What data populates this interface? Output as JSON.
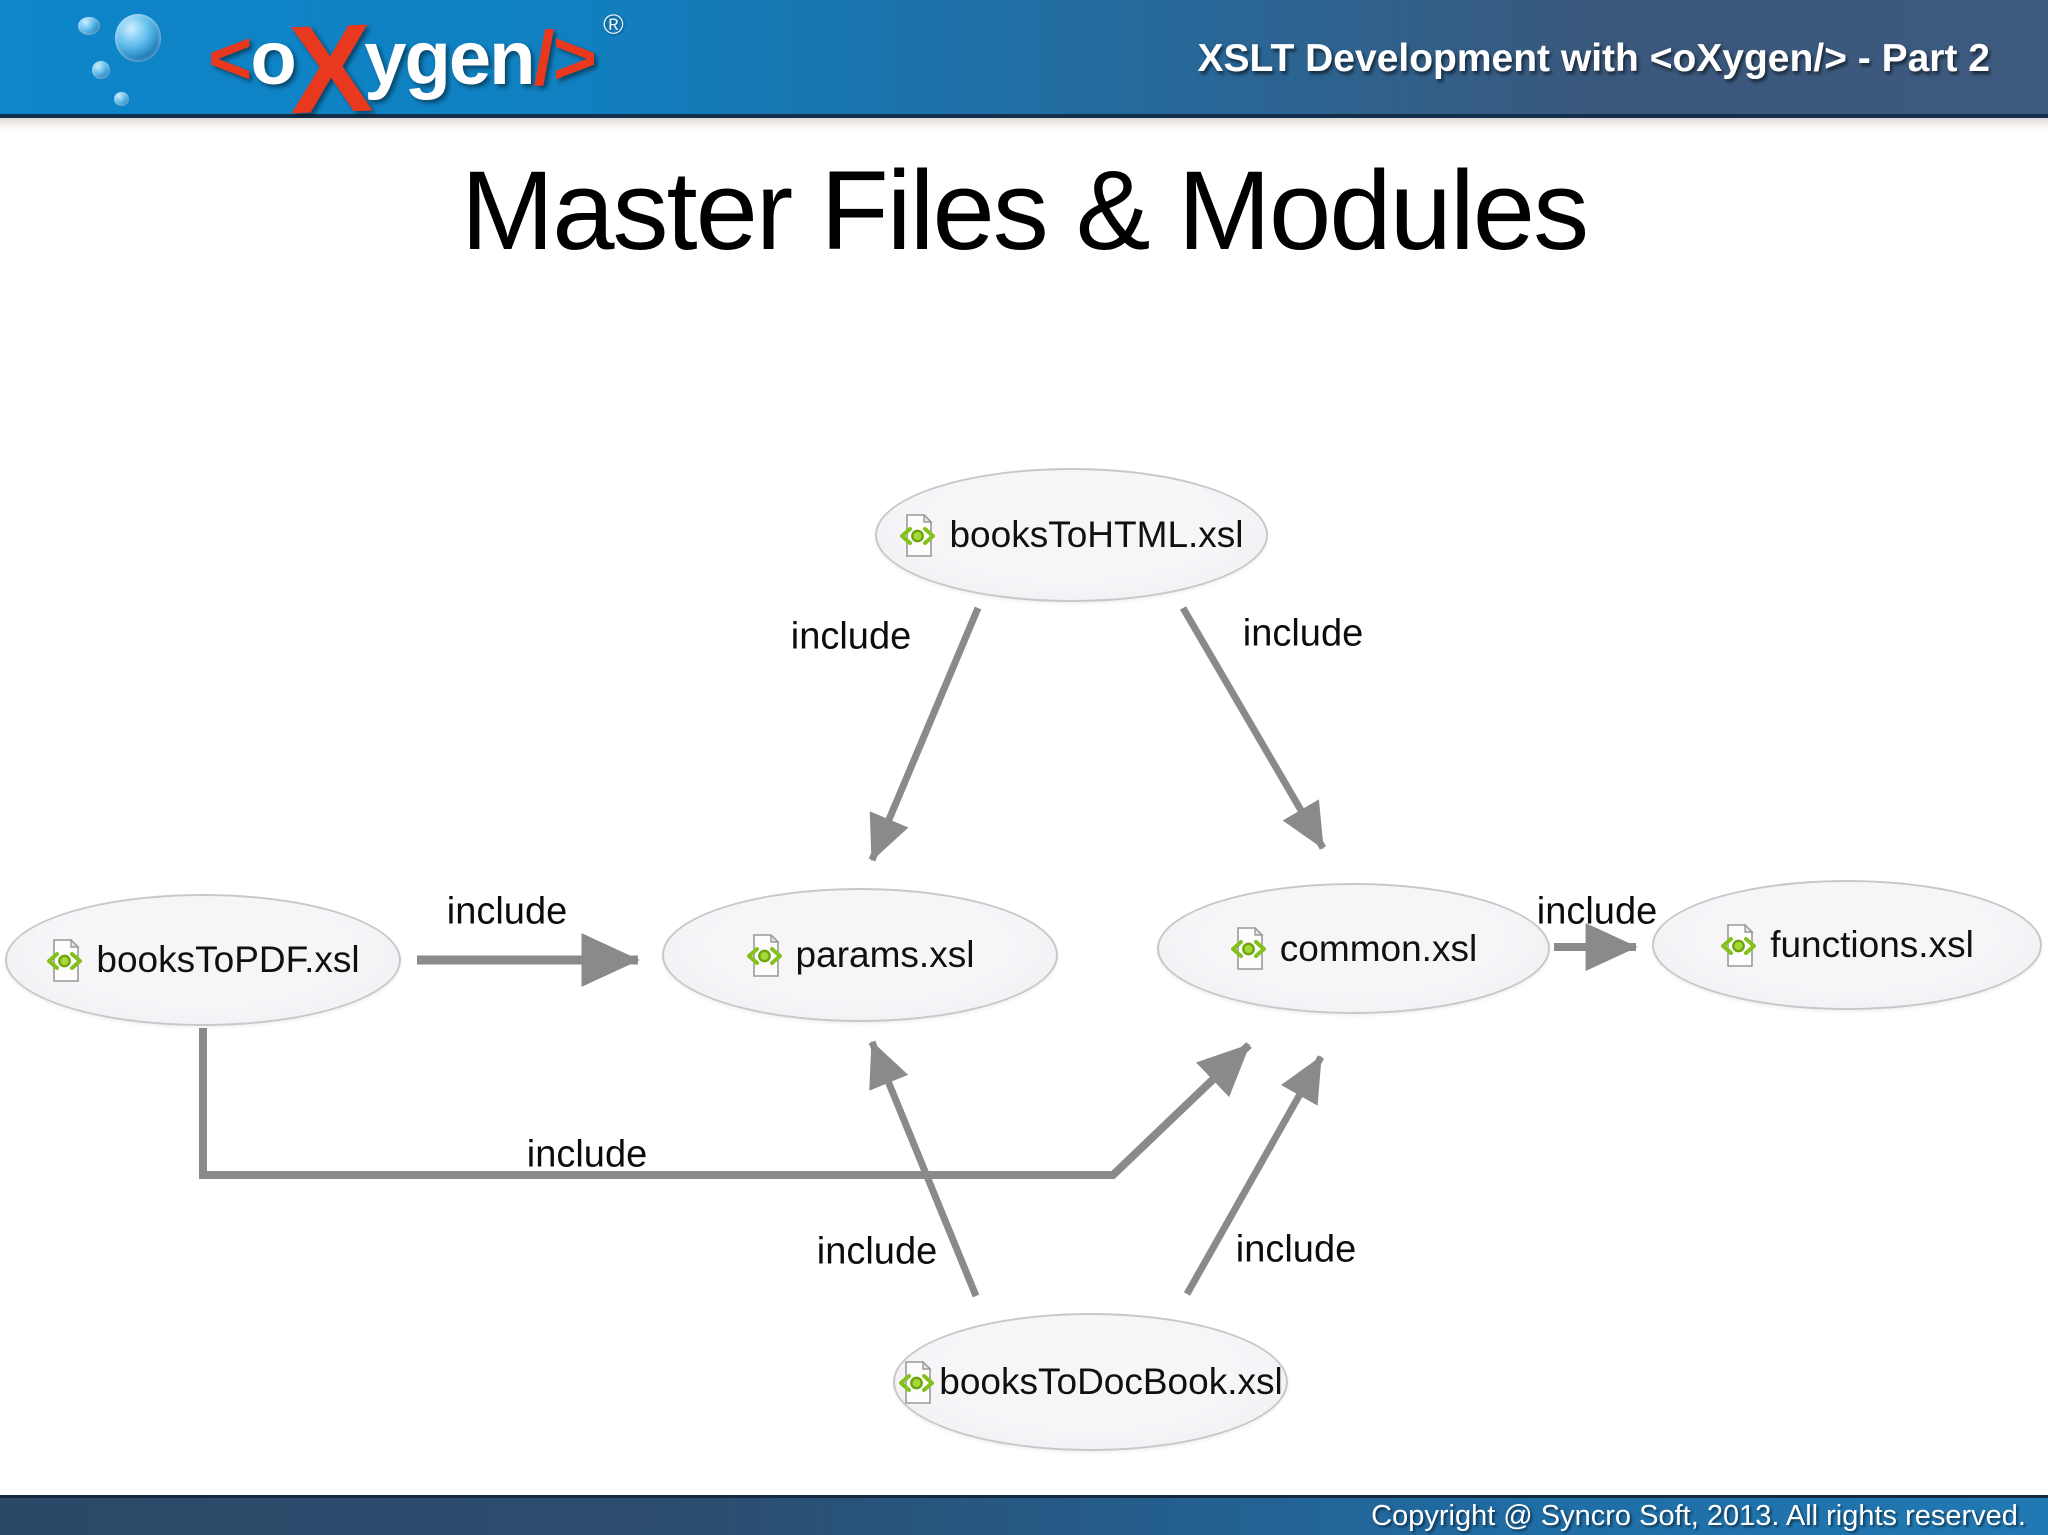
{
  "header": {
    "logo": {
      "open_bracket": "<",
      "o": "o",
      "x": "X",
      "ygen": "ygen",
      "close": "/>",
      "registered": "®"
    },
    "title": "XSLT Development with <oXygen/> - Part 2"
  },
  "slide": {
    "title": "Master Files & Modules"
  },
  "diagram": {
    "nodes": [
      {
        "id": "booksToHTML",
        "label": "booksToHTML.xsl",
        "icon": "xsl-file-icon"
      },
      {
        "id": "booksToPDF",
        "label": "booksToPDF.xsl",
        "icon": "xsl-file-icon"
      },
      {
        "id": "params",
        "label": "params.xsl",
        "icon": "xsl-file-icon"
      },
      {
        "id": "common",
        "label": "common.xsl",
        "icon": "xsl-file-icon"
      },
      {
        "id": "functions",
        "label": "functions.xsl",
        "icon": "xsl-file-icon"
      },
      {
        "id": "booksToDocBook",
        "label": "booksToDocBook.xsl",
        "icon": "xsl-file-icon"
      }
    ],
    "edges": [
      {
        "from": "booksToHTML.xsl",
        "to": "params.xsl",
        "label": "include"
      },
      {
        "from": "booksToHTML.xsl",
        "to": "common.xsl",
        "label": "include"
      },
      {
        "from": "booksToPDF.xsl",
        "to": "params.xsl",
        "label": "include"
      },
      {
        "from": "common.xsl",
        "to": "functions.xsl",
        "label": "include"
      },
      {
        "from": "booksToPDF.xsl",
        "to": "common.xsl",
        "label": "include"
      },
      {
        "from": "booksToDocBook.xsl",
        "to": "params.xsl",
        "label": "include"
      },
      {
        "from": "booksToDocBook.xsl",
        "to": "common.xsl",
        "label": "include"
      }
    ]
  },
  "footer": {
    "copyright": "Copyright @ Syncro Soft, 2013. All rights reserved."
  },
  "colors": {
    "header_blue_left": "#0d86ca",
    "header_blue_right": "#3d5a7e",
    "logo_red": "#e8391f",
    "node_fill": "#f4f2f5",
    "node_border": "#c9c7ca",
    "arrow_gray": "#8a8a8a",
    "icon_green": "#85c11c",
    "footer_blue_left": "#2c4867",
    "footer_blue_right": "#2179b3"
  }
}
